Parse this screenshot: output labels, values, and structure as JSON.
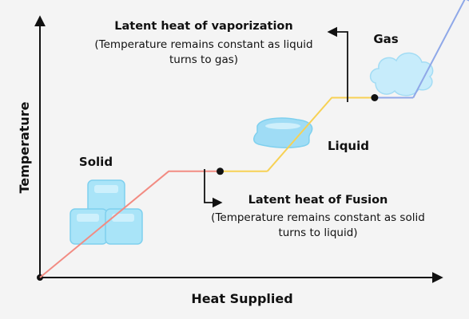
{
  "chart_data": {
    "type": "line",
    "xlabel": "Heat Supplied",
    "ylabel": "Temperature",
    "series": [
      {
        "segments": [
          {
            "phase": "solid",
            "color": "#f28b82",
            "points": [
              [
                0,
                0
              ],
              [
                30,
                26
              ],
              [
                42,
                26
              ]
            ]
          },
          {
            "phase": "fusion",
            "color": "#f7d154",
            "points": [
              [
                42,
                26
              ],
              [
                53,
                26
              ]
            ]
          },
          {
            "phase": "liquid",
            "color": "#f7d154",
            "points": [
              [
                53,
                26
              ],
              [
                68,
                44
              ],
              [
                78,
                44
              ]
            ]
          },
          {
            "phase": "vapor",
            "color": "#8fa8e8",
            "points": [
              [
                78,
                44
              ],
              [
                87,
                44
              ]
            ]
          },
          {
            "phase": "gas",
            "color": "#8fa8e8",
            "points": [
              [
                87,
                44
              ],
              [
                100,
                70
              ]
            ]
          }
        ]
      }
    ],
    "xlim": [
      0,
      100
    ],
    "ylim": [
      0,
      64
    ],
    "markers": [
      [
        42,
        26
      ],
      [
        78,
        44
      ]
    ],
    "annotations": {
      "fusion": {
        "title": "Latent heat of Fusion",
        "line1": "(Temperature remains constant as solid",
        "line2": "turns to liquid)"
      },
      "vaporization": {
        "title": "Latent heat of vaporization",
        "line1": "(Temperature remains constant as liquid",
        "line2": "turns to gas)"
      }
    },
    "phase_labels": {
      "solid": "Solid",
      "liquid": "Liquid",
      "gas": "Gas"
    },
    "colors": {
      "axis": "#111111",
      "ice": "#a9e4f8",
      "ice_edge": "#7fd0ee",
      "water": "#9fdcf5",
      "cloud": "#c7ecfb",
      "cloud_edge": "#a3dcf4"
    },
    "icons": [
      "ice-cubes-icon",
      "water-puddle-icon",
      "cloud-icon"
    ]
  }
}
